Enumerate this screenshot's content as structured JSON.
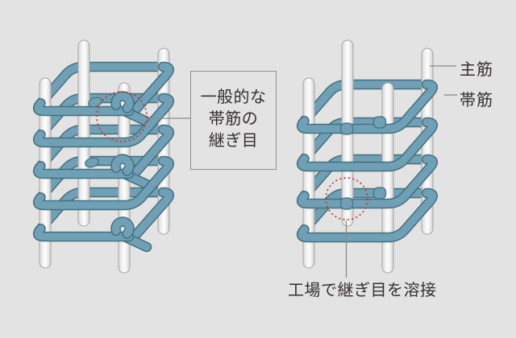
{
  "figure": {
    "background": "#e3e3e3",
    "rebar_blue": "#6fa0b5",
    "rebar_outline": "#45707f",
    "bar_outline": "#a5a5a5",
    "highlight_red": "#c5382e",
    "leader_gray": "#8a8a8a",
    "text_color": "#352e2f"
  },
  "left_diagram": {
    "callout": {
      "lines": [
        "一般的な",
        "帯筋の",
        "継ぎ目"
      ]
    }
  },
  "right_diagram": {
    "label_main_rebar": "主筋",
    "label_hoop": "帯筋",
    "caption": "工場で継ぎ目を溶接"
  }
}
